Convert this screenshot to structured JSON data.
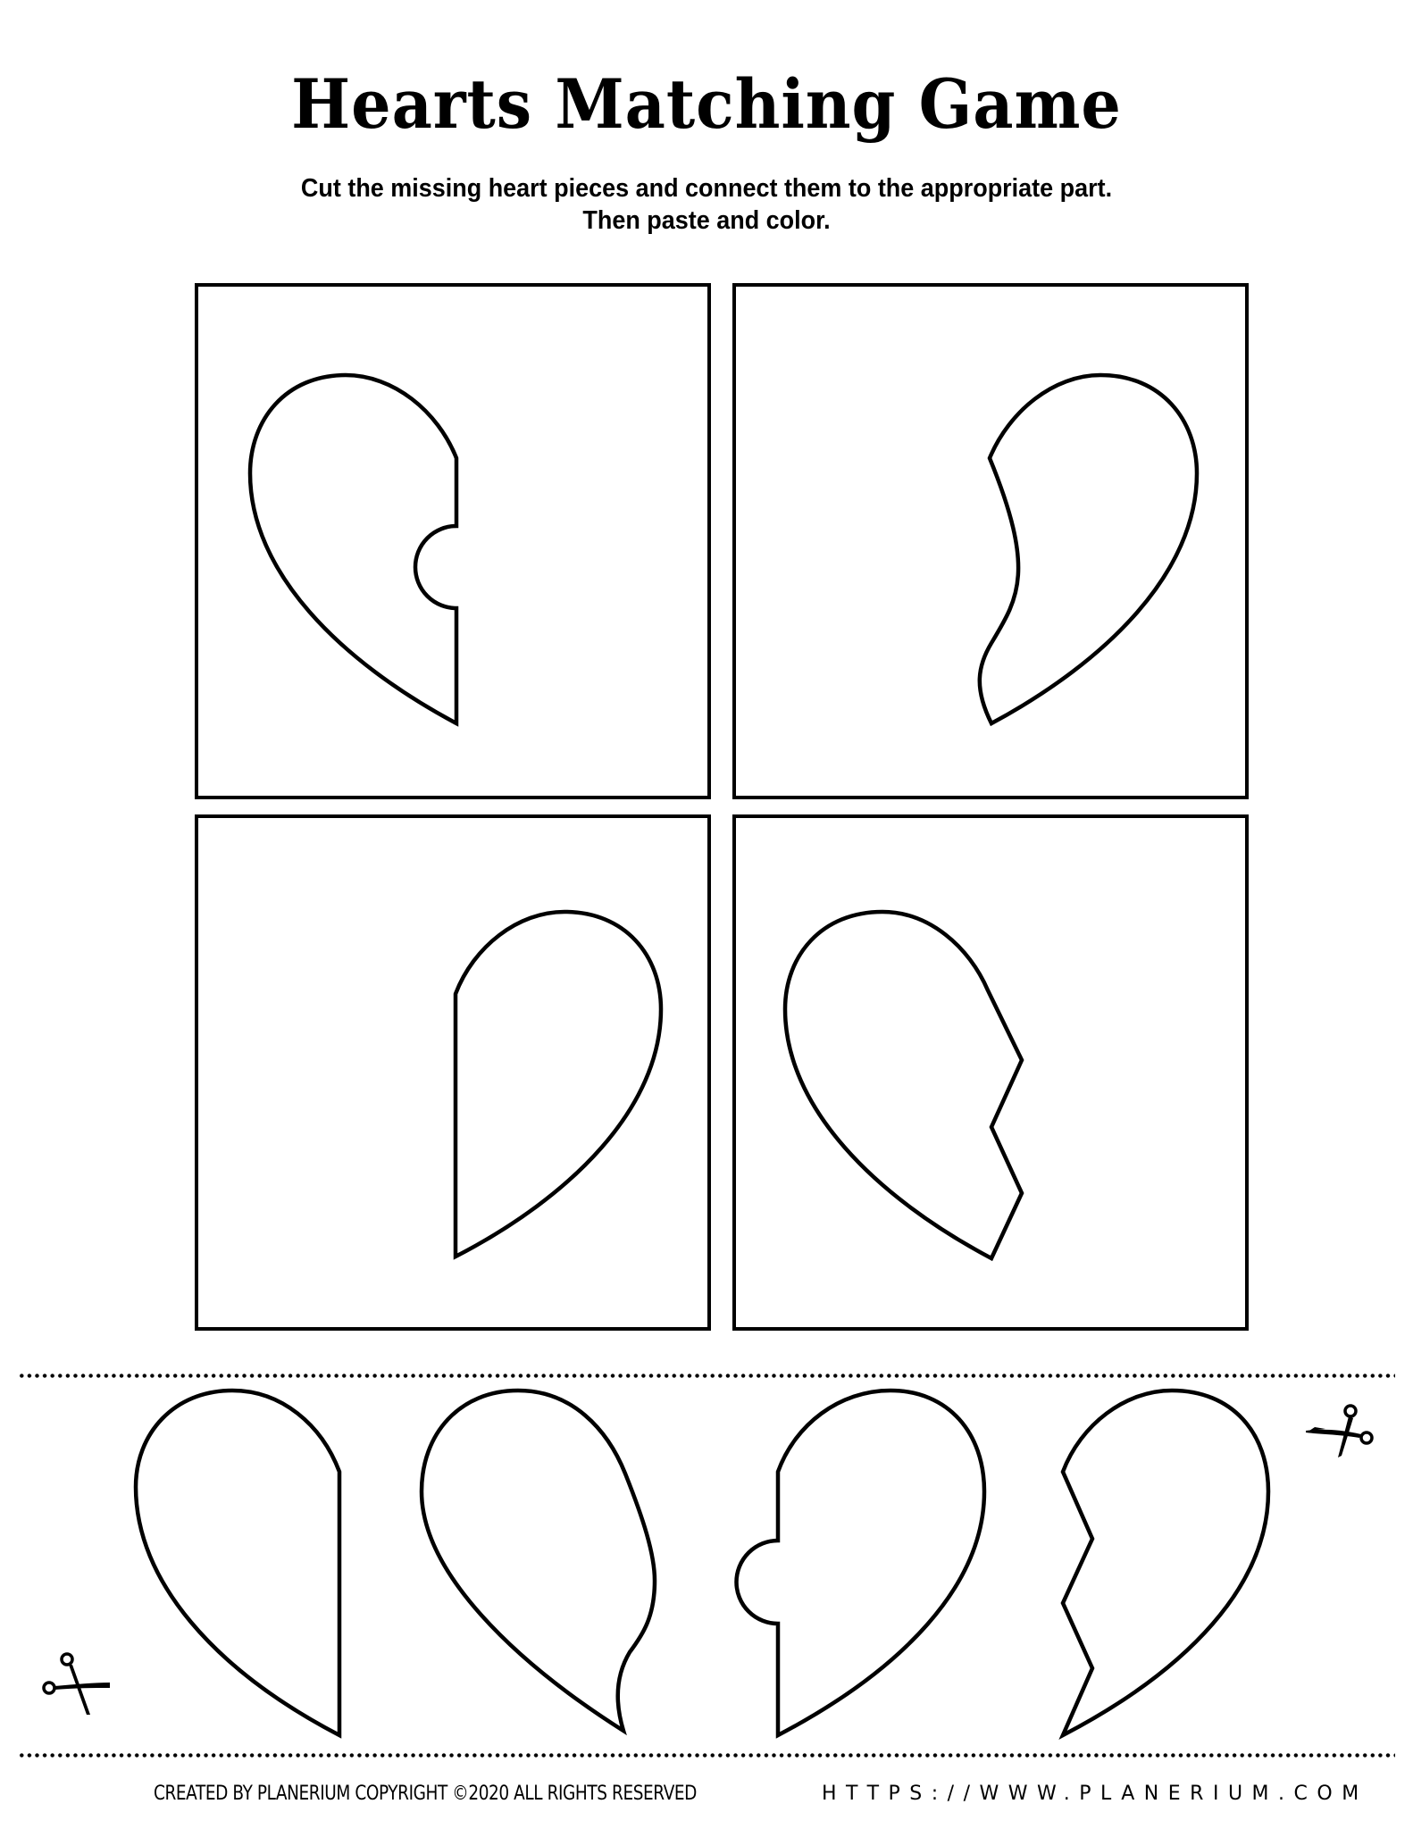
{
  "worksheet": {
    "title": "Hearts Matching Game",
    "instructions": [
      "Cut the missing heart pieces and connect them to the appropriate part.",
      "Then paste and color."
    ]
  },
  "matching_boxes": [
    {
      "position": "top-left",
      "piece": "left half with circular notch",
      "missing": "right half with circular tab"
    },
    {
      "position": "top-right",
      "piece": "right half with wavy edge",
      "missing": "left half with wavy edge"
    },
    {
      "position": "bottom-left",
      "piece": "right half with straight edge",
      "missing": "left half with straight edge"
    },
    {
      "position": "bottom-right",
      "piece": "left half with zigzag edge",
      "missing": "right half with zigzag edge"
    }
  ],
  "cutout_pieces": [
    {
      "index": 1,
      "shape": "left half with straight edge"
    },
    {
      "index": 2,
      "shape": "left half with wavy edge"
    },
    {
      "index": 3,
      "shape": "right half with circular tab"
    },
    {
      "index": 4,
      "shape": "right half with zigzag edge"
    }
  ],
  "icons": {
    "scissors_top_right": "scissors-icon",
    "scissors_bottom_left": "scissors-icon"
  },
  "footer": {
    "credit": "CREATED BY PLANERIUM COPYRIGHT ©2020 ALL RIGHTS RESERVED",
    "url": "HTTPS://WWW.PLANERIUM.COM"
  },
  "colors": {
    "ink": "#000000",
    "paper": "#ffffff"
  }
}
